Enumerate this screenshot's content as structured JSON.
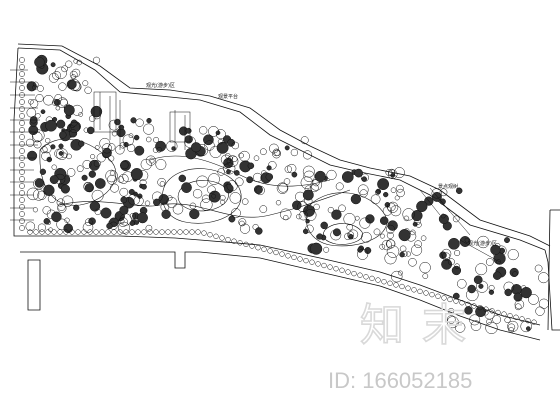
{
  "plan": {
    "labels": {
      "zone_top": "观光(游步)区",
      "platform": "观景平台",
      "zone_right": "观光(游步)区",
      "tree_view": "景点观树"
    },
    "colors": {
      "line": "#111111",
      "tree": "#222222",
      "watermark": "#cccccc"
    }
  },
  "watermark": {
    "brand": "知末",
    "id": "ID: 166052185"
  }
}
